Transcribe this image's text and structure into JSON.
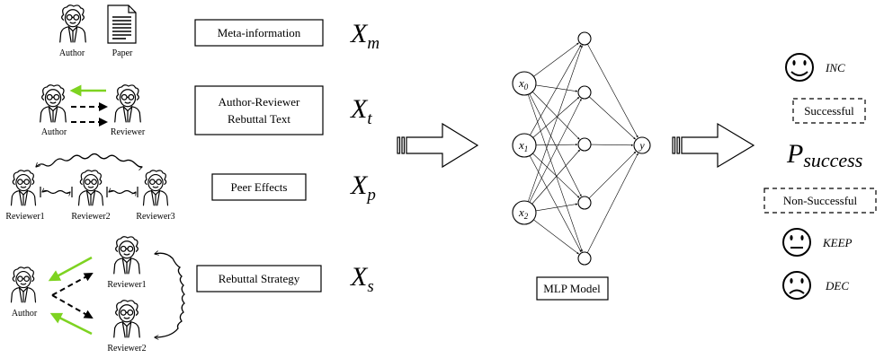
{
  "features": {
    "meta": {
      "label": "Meta-information",
      "symbol": "X",
      "sub": "m"
    },
    "text": {
      "label_line1": "Author-Reviewer",
      "label_line2": "Rebuttal Text",
      "symbol": "X",
      "sub": "t"
    },
    "peer": {
      "label": "Peer Effects",
      "symbol": "X",
      "sub": "p"
    },
    "strategy": {
      "label": "Rebuttal Strategy",
      "symbol": "X",
      "sub": "s"
    }
  },
  "people": {
    "author": "Author",
    "paper": "Paper",
    "reviewer": "Reviewer",
    "reviewer1": "Reviewer1",
    "reviewer2": "Reviewer2",
    "reviewer3": "Reviewer3"
  },
  "model": {
    "label": "MLP Model",
    "inputs": [
      {
        "sym": "x",
        "sub": "0"
      },
      {
        "sym": "x",
        "sub": "1"
      },
      {
        "sym": "x",
        "sub": "2"
      }
    ],
    "output": "y"
  },
  "outcome": {
    "psuccess_main": "P",
    "psuccess_sub": "success",
    "successful": "Successful",
    "non_successful": "Non-Successful",
    "inc": "INC",
    "keep": "KEEP",
    "dec": "DEC"
  },
  "colors": {
    "green": "#7ed321",
    "black": "#000000"
  }
}
